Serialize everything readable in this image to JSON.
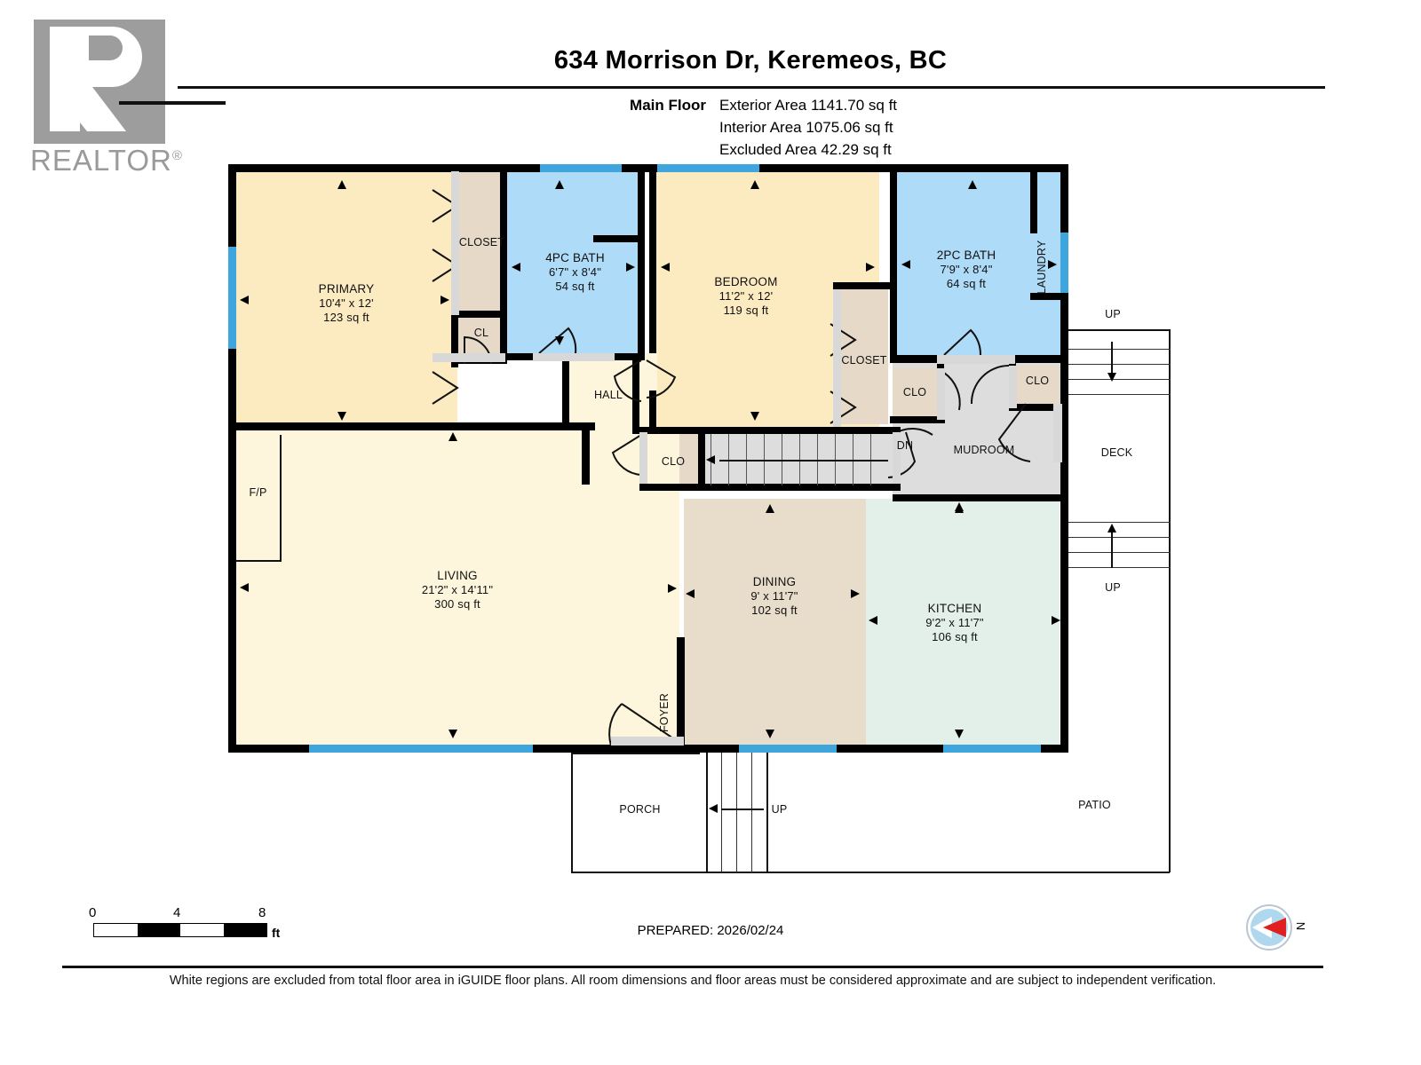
{
  "branding": {
    "logo_text": "REALTOR",
    "logo_letter": "R",
    "logo_reg": "®"
  },
  "header": {
    "title": "634 Morrison Dr, Keremeos, BC",
    "floor_label": "Main Floor",
    "exterior_area": "Exterior Area 1141.70 sq ft",
    "interior_area": "Interior Area 1075.06 sq ft",
    "excluded_area": "Excluded Area 42.29 sq ft"
  },
  "rooms": {
    "primary": {
      "name": "PRIMARY",
      "dims": "10'4\" x 12'",
      "area": "123 sq ft"
    },
    "bath4": {
      "name": "4PC BATH",
      "dims": "6'7\" x 8'4\"",
      "area": "54 sq ft"
    },
    "bedroom": {
      "name": "BEDROOM",
      "dims": "11'2\" x 12'",
      "area": "119 sq ft"
    },
    "bath2": {
      "name": "2PC BATH",
      "dims": "7'9\" x 8'4\"",
      "area": "64 sq ft"
    },
    "living": {
      "name": "LIVING",
      "dims": "21'2\" x 14'11\"",
      "area": "300 sq ft"
    },
    "dining": {
      "name": "DINING",
      "dims": "9' x 11'7\"",
      "area": "102 sq ft"
    },
    "kitchen": {
      "name": "KITCHEN",
      "dims": "9'2\" x 11'7\"",
      "area": "106 sq ft"
    }
  },
  "labels": {
    "closet_primary": "CLOSET",
    "cl_primary": "CL",
    "closet_bedroom": "CLOSET",
    "clo_hall": "CLO",
    "clo_mud_left": "CLO",
    "clo_mud_right": "CLO",
    "laundry": "LAUNDRY",
    "hall": "HALL",
    "mudroom": "MUDROOM",
    "deck": "DECK",
    "patio": "PATIO",
    "porch": "PORCH",
    "foyer": "FOYER",
    "fireplace": "F/P",
    "stair_dn": "DN",
    "deck_up_top": "UP",
    "deck_up_bottom": "UP",
    "porch_up": "UP"
  },
  "colors": {
    "bedroom_fill": "#FCEAC0",
    "living_fill": "#FDF6DC",
    "bath_fill": "#AEDBF7",
    "kitchen_fill": "#E3F0EA",
    "dining_fill": "#E8DCCA",
    "closet_fill": "#E6D9C8",
    "mudroom_fill": "#DDDDDD",
    "window_blue": "#3EA6DD",
    "wall_black": "#000000",
    "compass_red": "#E02020",
    "compass_blue": "#AFD8EE"
  },
  "scale_bar": {
    "ticks": [
      "0",
      "4",
      "8"
    ],
    "unit": "ft"
  },
  "footer": {
    "prepared": "PREPARED: 2026/02/24",
    "compass_north": "N",
    "disclaimer": "White regions are excluded from total floor area in iGUIDE floor plans. All room dimensions and floor areas must be considered approximate and are subject to independent verification."
  }
}
